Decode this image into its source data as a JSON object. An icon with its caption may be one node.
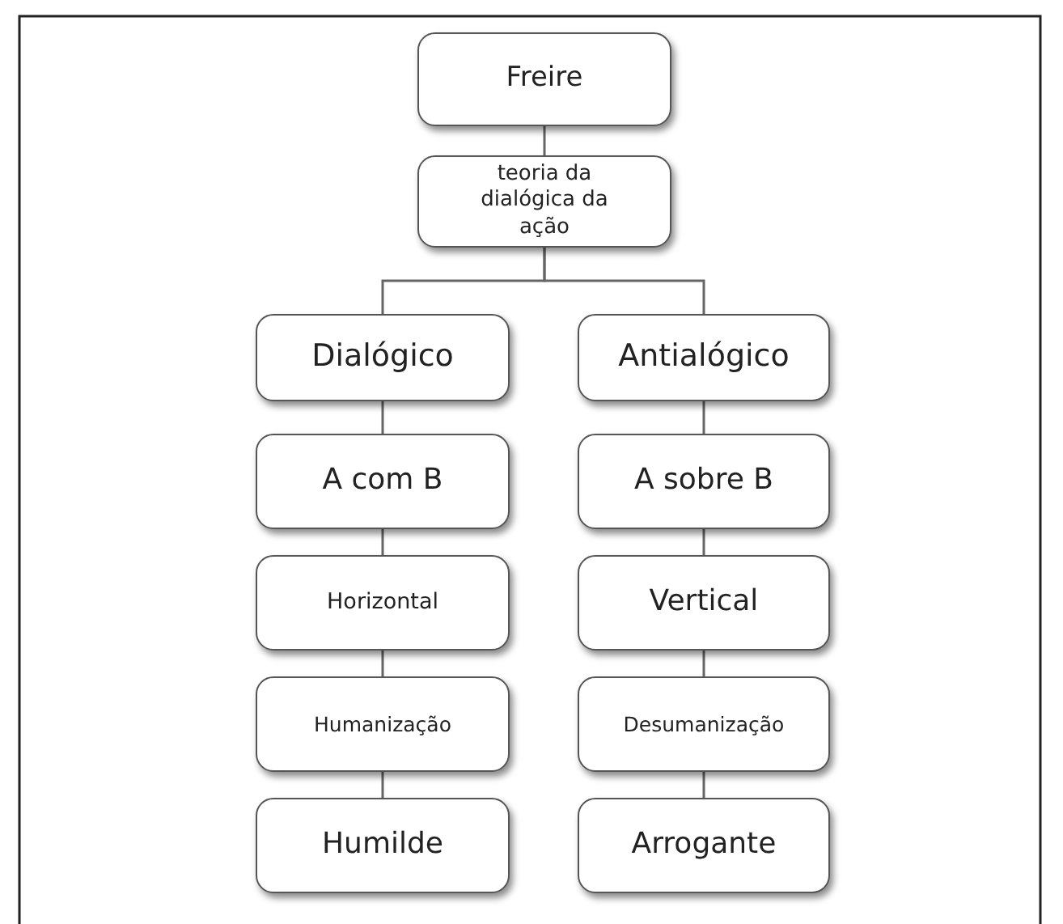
{
  "diagram": {
    "nodes": [
      {
        "text": [
          "Freire"
        ]
      },
      {
        "text": [
          "teoria da dialógica da ação"
        ]
      },
      {
        "text": [
          "Dialógico"
        ]
      },
      {
        "text": [
          "Antialógico"
        ]
      },
      {
        "text": [
          "A com B"
        ]
      },
      {
        "text": [
          "A sobre B"
        ]
      },
      {
        "text": [
          "Horizontal"
        ]
      },
      {
        "text": [
          "Vertical"
        ]
      },
      {
        "text": [
          "Humanização"
        ]
      },
      {
        "text": [
          "Desumanização"
        ]
      },
      {
        "text": [
          "Humilde"
        ]
      },
      {
        "text": [
          "Arrogante"
        ]
      }
    ],
    "edges": [
      {
        "from": 0,
        "to": 1,
        "arrow": "none"
      },
      {
        "from": 1,
        "to": 2,
        "arrow": "none"
      },
      {
        "from": 1,
        "to": 3,
        "arrow": "none"
      },
      {
        "from": 2,
        "to": 4,
        "arrow": "none"
      },
      {
        "from": 4,
        "to": 6,
        "arrow": "none"
      },
      {
        "from": 6,
        "to": 8,
        "arrow": "none"
      },
      {
        "from": 8,
        "to": 10,
        "arrow": "none"
      },
      {
        "from": 3,
        "to": 5,
        "arrow": "none"
      },
      {
        "from": 5,
        "to": 7,
        "arrow": "none"
      },
      {
        "from": 7,
        "to": 9,
        "arrow": "none"
      },
      {
        "from": 9,
        "to": 11,
        "arrow": "none"
      }
    ]
  }
}
